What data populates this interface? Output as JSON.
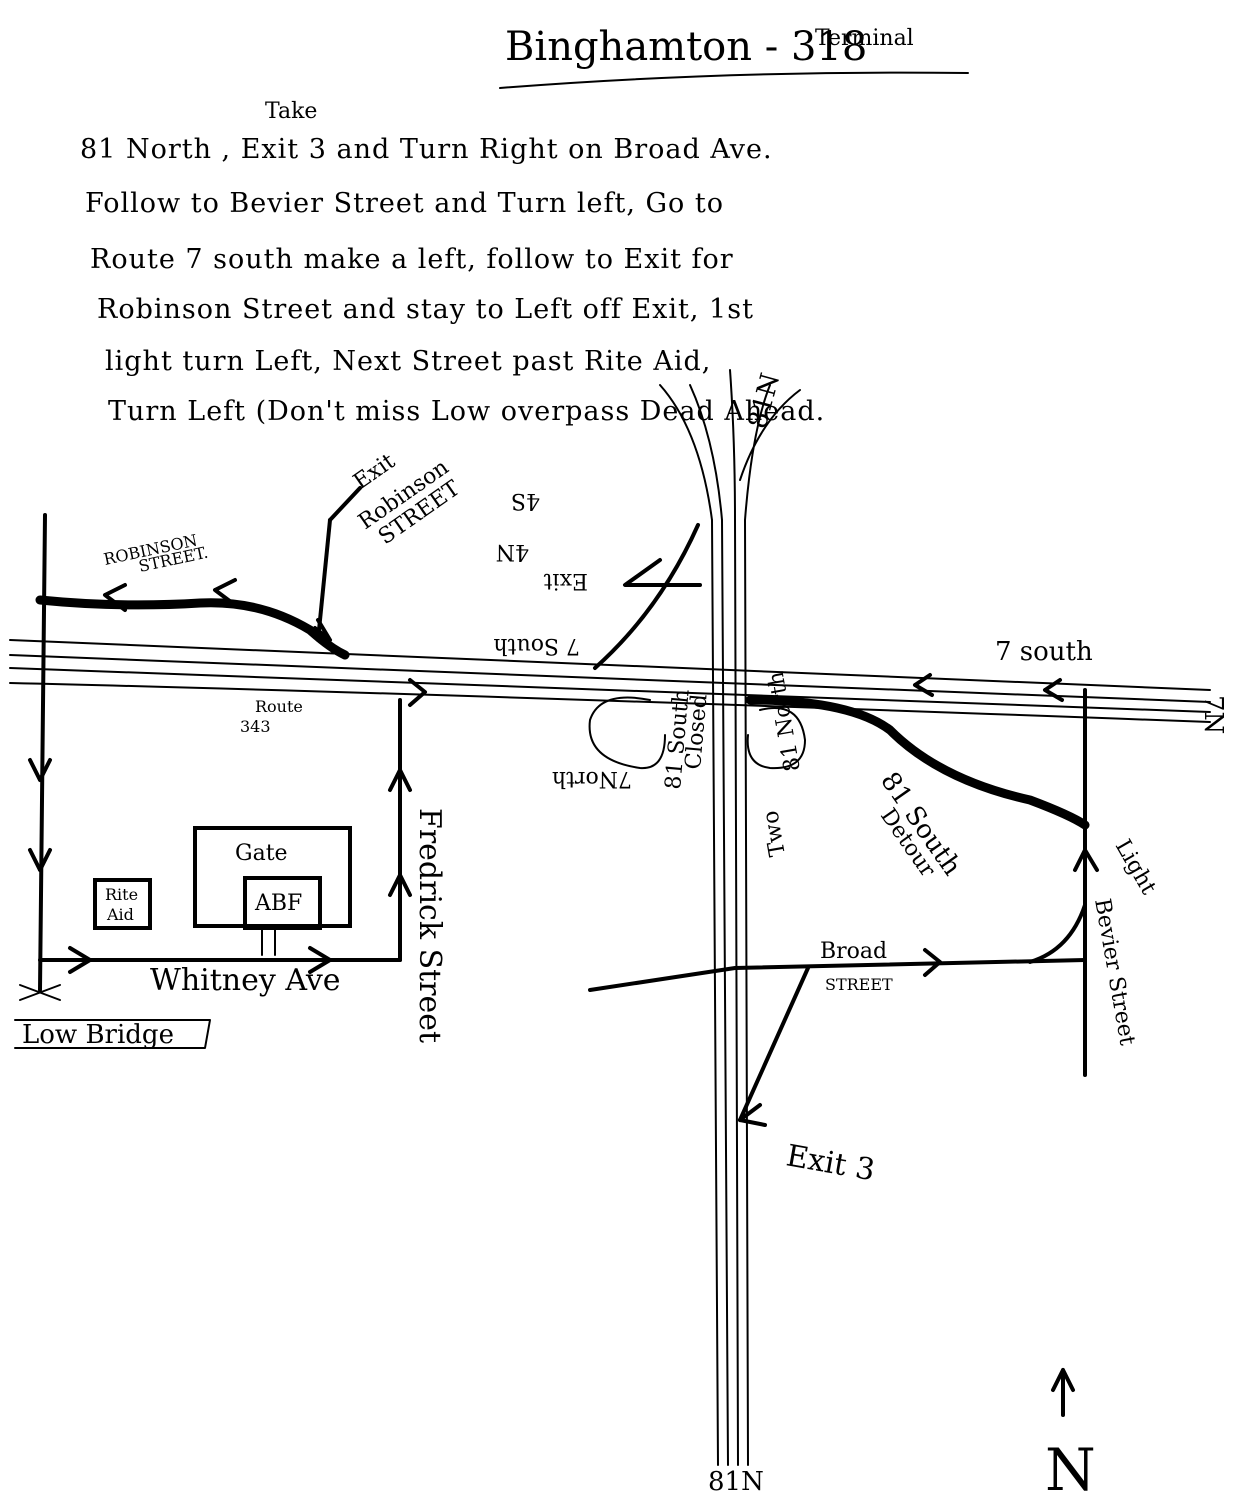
{
  "title": {
    "main": "Binghamton - 318",
    "suffix": "Terminal"
  },
  "directions": {
    "insert_word": "Take",
    "lines": [
      "81 North , Exit 3   and Turn Right on Broad Ave.",
      "Follow to Bevier Street and Turn left, Go to",
      "Route 7 south make a left, follow to Exit for",
      "Robinson Street and stay to Left off Exit, 1st",
      "light turn Left, Next Street past Rite Aid,",
      "Turn Left (Don't miss Low overpass Dead Ahead."
    ]
  },
  "map": {
    "labels": {
      "exit_robinson": "Exit",
      "exit_robinson_street": "Robinson",
      "exit_robinson_street2": "STREET",
      "robinson_street": "ROBINSON",
      "robinson_street2": "STREET.",
      "route_7_south_upper": "7 South",
      "exit_4": "Exit",
      "exit_4_nb": "4N",
      "exit_4_sb": "4S",
      "route_7_south": "7 south",
      "route_7n": "7N",
      "route_7_north": "7North",
      "route_343": "Route",
      "route_343_num": "343",
      "closed_81_south": "81 South",
      "closed_label": "Closed",
      "exit_81_north": "81 North",
      "exit_two": "Two",
      "detour_81": "81 South",
      "detour_label": "Detour",
      "fredrick_street": "Fredrick Street",
      "gate": "Gate",
      "abf": "ABF",
      "rite_aid_1": "Rite",
      "rite_aid_2": "Aid",
      "whitney_ave": "Whitney Ave",
      "low_bridge": "Low Bridge",
      "broad_street_1": "Broad",
      "broad_street_2": "STREET",
      "bevier_street": "Bevier Street",
      "light": "Light",
      "exit_3": "Exit 3",
      "i81_n_top": "81N",
      "i81_n_bottom": "81N",
      "north_arrow": "N"
    }
  }
}
